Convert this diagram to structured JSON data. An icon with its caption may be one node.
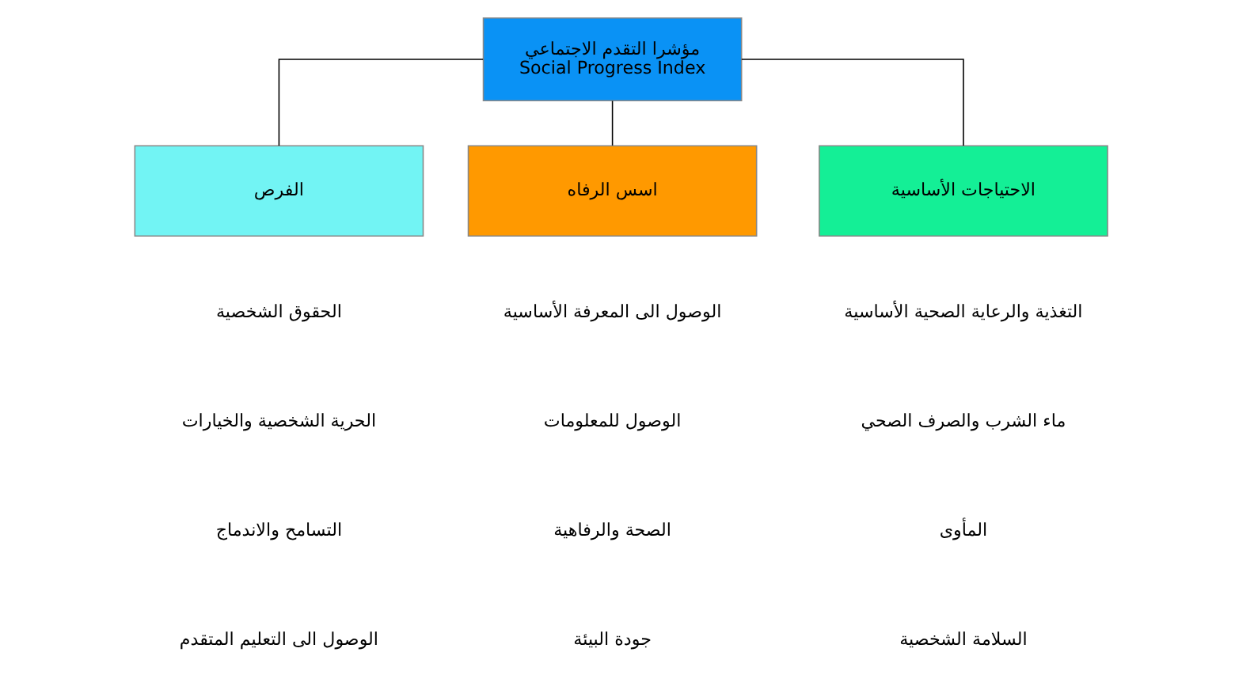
{
  "diagram": {
    "nodes": [
      {
        "text": [
          "مؤشرا التقدم الاجتماعي",
          "Social Progress Index"
        ]
      },
      {
        "text": [
          "الاحتياجات الأساسية"
        ]
      },
      {
        "text": [
          "اسس الرفاه"
        ]
      },
      {
        "text": [
          "الفرص"
        ]
      }
    ],
    "edges": [
      {
        "from": 0,
        "to": 1,
        "arrow": "none"
      },
      {
        "from": 0,
        "to": 2,
        "arrow": "none"
      },
      {
        "from": 0,
        "to": 3,
        "arrow": "none"
      }
    ],
    "labels": [
      "التغذية والرعاية الصحية الأساسية",
      "ماء الشرب والصرف الصحي",
      "المأوى",
      "السلامة الشخصية",
      "الوصول الى المعرفة الأساسية",
      "الوصول للمعلومات",
      "الصحة والرفاهية",
      "جودة البيئة",
      "الحقوق الشخصية",
      "الحرية الشخصية والخيارات",
      "التسامح والاندماج",
      "الوصول الى التعليم المتقدم"
    ]
  }
}
